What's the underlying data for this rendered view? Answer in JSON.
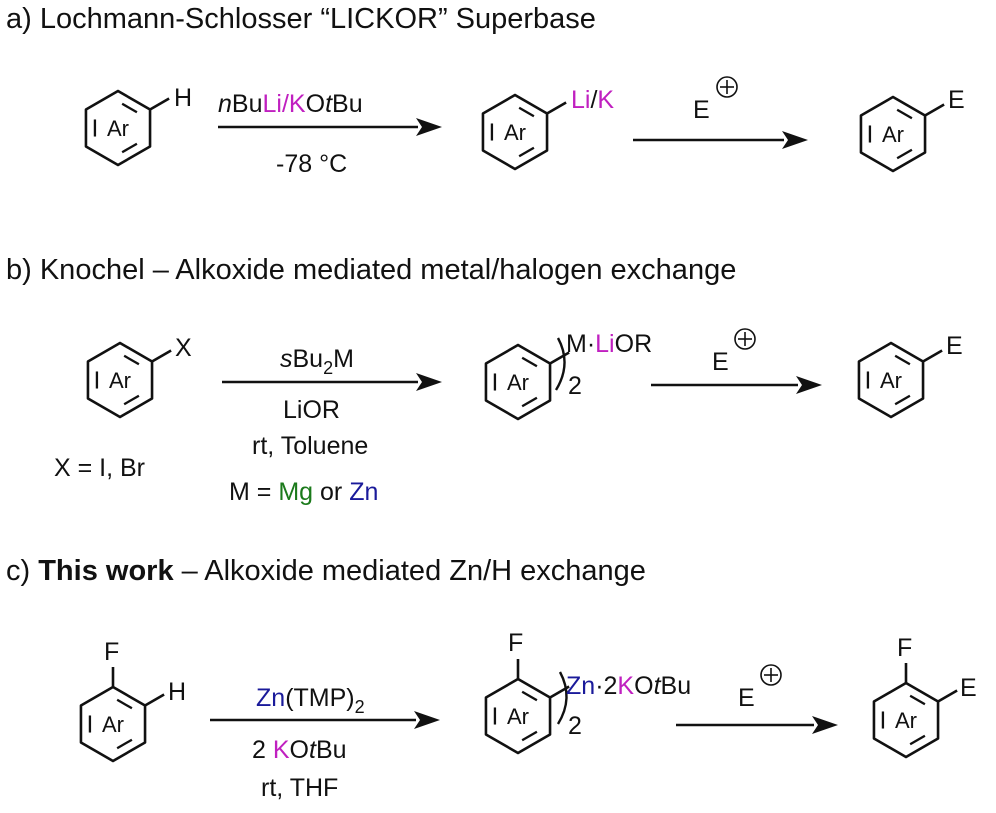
{
  "colors": {
    "black": "#111111",
    "magenta": "#c020c0",
    "purple": "#8a1bb5",
    "orange": "#e08a3c",
    "green": "#1b7a1b",
    "navy": "#1a1a9a"
  },
  "ring_label": "Ar",
  "section_a": {
    "title": "a) Lochmann-Schlosser “LICKOR” Superbase",
    "start_sub": "H",
    "reagent": {
      "p1": "n",
      "p2": "Bu",
      "p3": "Li",
      "p4": "/",
      "p5": "K",
      "p6": "O",
      "p7": "t",
      "p8": "Bu"
    },
    "condition": "-78 °C",
    "mid_sub": {
      "p1": "Li",
      "p2": "/",
      "p3": "K"
    },
    "electrophile": "E",
    "product_sub": "E"
  },
  "section_b": {
    "title": "b) Knochel – Alkoxide mediated metal/halogen exchange",
    "start_sub": "X",
    "x_def": "X = I, Br",
    "reagent": {
      "p1": "s",
      "p2": "Bu",
      "p3": "2",
      "p4": "M"
    },
    "line2": "LiOR",
    "line3": "rt, Toluene",
    "m_def": {
      "p1": "M = ",
      "p2": "Mg",
      "p3": " or ",
      "p4": "Zn"
    },
    "mid_sub": {
      "p1": "M·",
      "p2": "Li",
      "p3": "OR"
    },
    "mid_count": "2",
    "electrophile": "E",
    "product_sub": "E"
  },
  "section_c": {
    "title_pre": "c) ",
    "title_bold": "This work",
    "title_post": " – Alkoxide mediated Zn/H exchange",
    "fluoro": "F",
    "start_sub": "H",
    "reagent": {
      "p1": "Zn",
      "p2": "(TMP)",
      "p3": "2"
    },
    "line2": {
      "p1": "2 ",
      "p2": "K",
      "p3": "O",
      "p4": "t",
      "p5": "Bu"
    },
    "line3": "rt, THF",
    "mid_sub": {
      "p1": "Zn",
      "p2": "·",
      "p3": "2",
      "p4": "K",
      "p5": "O",
      "p6": "t",
      "p7": "Bu"
    },
    "mid_count": "2",
    "electrophile": "E",
    "product_sub": "E"
  }
}
